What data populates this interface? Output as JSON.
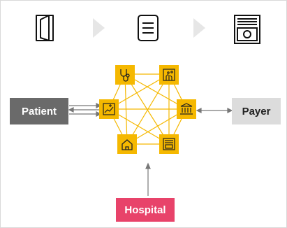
{
  "nodes": {
    "patient": "Patient",
    "payer": "Payer",
    "hospital": "Hospital"
  },
  "top_flow": {
    "icons": [
      "door-icon",
      "document-icon",
      "cash-register-icon"
    ]
  },
  "network": {
    "icons": [
      "stethoscope-icon",
      "circuit-board-icon",
      "bank-icon",
      "billing-screen-icon",
      "home-icon",
      "health-chart-icon"
    ]
  },
  "colors": {
    "accent": "#f5b800",
    "patient": "#6a6a6a",
    "payer": "#dcdcdc",
    "hospital": "#e8436a",
    "chevron": "#e6e6e6"
  }
}
